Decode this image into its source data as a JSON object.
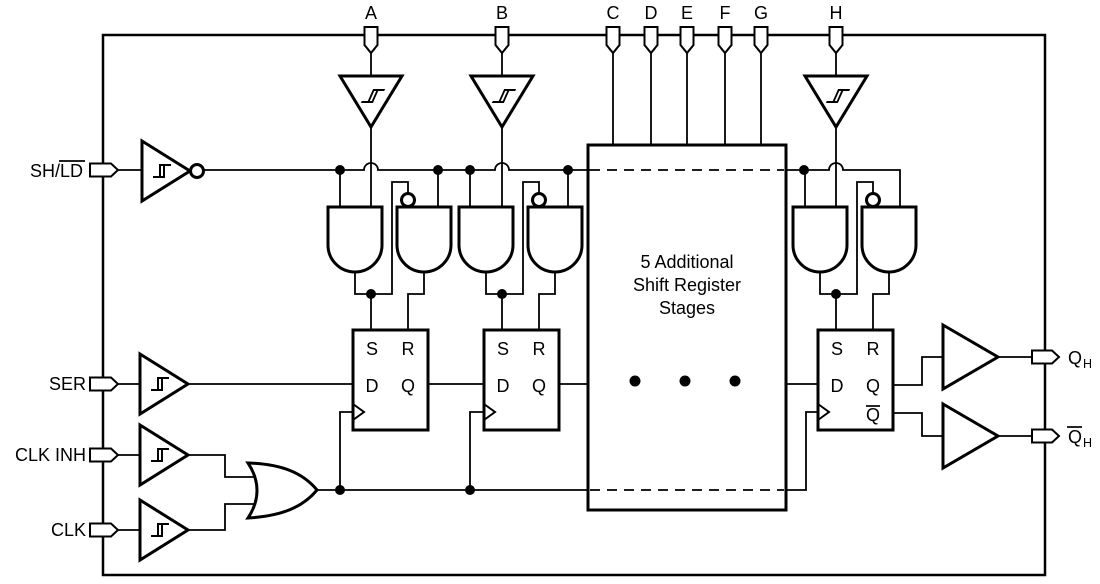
{
  "diagram_title": "shift-register-logic-diagram",
  "colors": {
    "background": "#ffffff",
    "line": "#000000"
  },
  "pins_top": {
    "a": "A",
    "b": "B",
    "c": "C",
    "d": "D",
    "e": "E",
    "f": "F",
    "g": "G",
    "h": "H"
  },
  "pins_left": {
    "sh_ld_prefix": "SH/",
    "sh_ld_overlined": "LD",
    "ser": "SER",
    "clk_inh": "CLK INH",
    "clk": "CLK"
  },
  "pins_right": {
    "qh_letter": "Q",
    "qh_subscript": "H",
    "qh_bar_letter": "Q",
    "qh_bar_subscript": "H"
  },
  "flip_flop": {
    "set": "S",
    "reset": "R",
    "data": "D",
    "out": "Q",
    "out_bar": "Q"
  },
  "stage_box": {
    "line1": "5 Additional",
    "line2": "Shift Register",
    "line3": "Stages"
  }
}
